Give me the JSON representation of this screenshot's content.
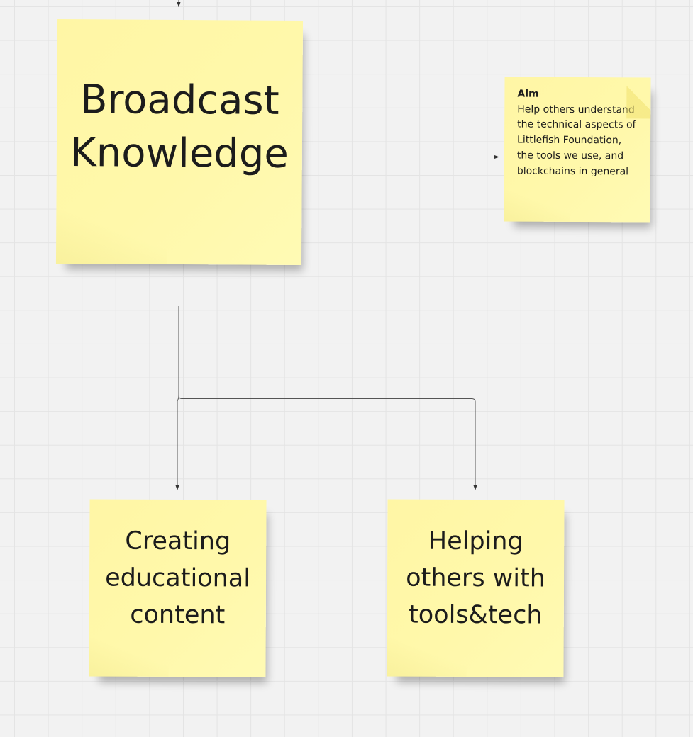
{
  "board": {
    "colors": {
      "background": "#f2f2f2",
      "grid": "#e4e4e4",
      "sticky": "#fff6a5",
      "connector": "#555555"
    }
  },
  "stickies": {
    "broadcast": {
      "title": "Broadcast\nKnowledge"
    },
    "aim": {
      "heading": "Aim",
      "body": "Help others understand the technical aspects of Littlefish Foundation, the tools we use, and blockchains in general"
    },
    "creating": {
      "title": "Creating\neducational\ncontent"
    },
    "helping": {
      "title": "Helping\nothers with\ntools&tech"
    }
  }
}
